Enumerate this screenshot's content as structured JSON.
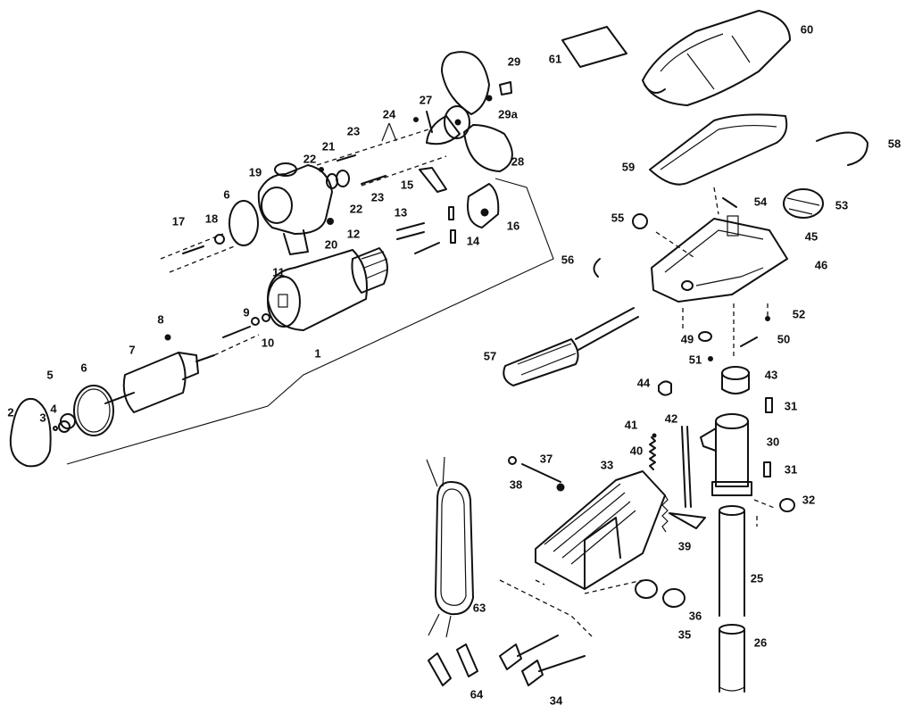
{
  "diagram": {
    "colors": {
      "ink": "#111111",
      "paper": "#ffffff"
    },
    "callouts": [
      "1",
      "2",
      "3",
      "4",
      "5",
      "6",
      "6",
      "7",
      "8",
      "9",
      "10",
      "11",
      "12",
      "13",
      "14",
      "15",
      "16",
      "17",
      "18",
      "19",
      "20",
      "21",
      "22",
      "22",
      "23",
      "23",
      "24",
      "25",
      "26",
      "27",
      "28",
      "29",
      "29a",
      "30",
      "31",
      "31",
      "32",
      "33",
      "34",
      "35",
      "36",
      "37",
      "38",
      "39",
      "40",
      "41",
      "42",
      "43",
      "44",
      "45",
      "46",
      "49",
      "50",
      "51",
      "52",
      "53",
      "54",
      "55",
      "56",
      "57",
      "58",
      "59",
      "60",
      "61",
      "63",
      "64"
    ]
  }
}
